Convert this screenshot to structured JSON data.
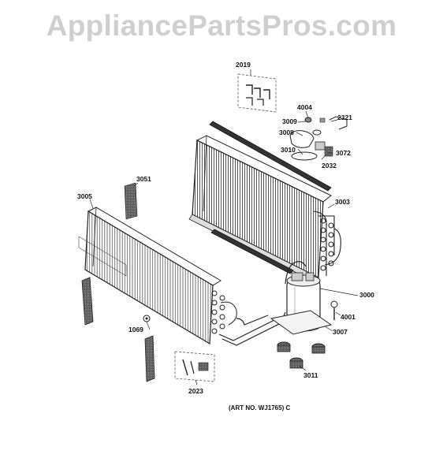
{
  "watermark": "AppliancePartsPros.com",
  "art_number": "(ART NO. WJ1765) C",
  "parts": [
    {
      "id": "p2019",
      "label": "2019"
    },
    {
      "id": "p4004",
      "label": "4004"
    },
    {
      "id": "p3009",
      "label": "3009"
    },
    {
      "id": "p2321",
      "label": "2321"
    },
    {
      "id": "p3008",
      "label": "3008"
    },
    {
      "id": "p3010",
      "label": "3010"
    },
    {
      "id": "p3072",
      "label": "3072"
    },
    {
      "id": "p2032",
      "label": "2032"
    },
    {
      "id": "p3051",
      "label": "3051"
    },
    {
      "id": "p3005",
      "label": "3005"
    },
    {
      "id": "p3003",
      "label": "3003"
    },
    {
      "id": "p3000",
      "label": "3000"
    },
    {
      "id": "p4001",
      "label": "4001"
    },
    {
      "id": "p1069",
      "label": "1069"
    },
    {
      "id": "p3007",
      "label": "3007"
    },
    {
      "id": "p3011",
      "label": "3011"
    },
    {
      "id": "p2023",
      "label": "2023"
    }
  ]
}
